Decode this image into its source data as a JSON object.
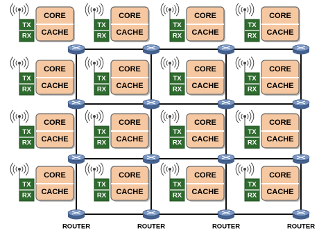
{
  "tile": {
    "core_label": "CORE",
    "cache_label": "CACHE",
    "tx_label": "TX",
    "rx_label": "RX"
  },
  "router_label": "ROUTER",
  "grid": {
    "rows": 4,
    "cols": 4
  },
  "colors": {
    "tile_fill": "#f6c8a2",
    "transceiver_fill": "#2f6b2f",
    "router_fill": "#45618e",
    "wire": "#111111"
  }
}
